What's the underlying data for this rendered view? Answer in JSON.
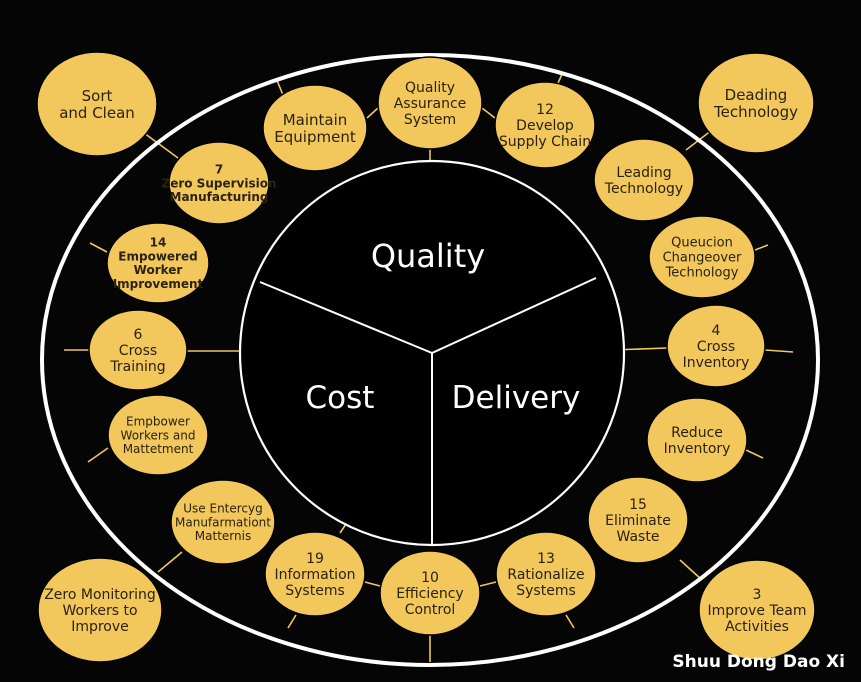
{
  "core": {
    "quality": "Quality",
    "cost": "Cost",
    "delivery": "Delivery"
  },
  "watermark": "Shuu Dong Dao Xi",
  "colors": {
    "node_fill": "#f2c75c",
    "ring": "#ffffff",
    "background": "#050505",
    "text": "#2b2210"
  },
  "nodes": [
    {
      "id": "sort-and-clean",
      "lines": [
        "Sort",
        "and Clean"
      ]
    },
    {
      "id": "maintain-equipment",
      "lines": [
        "Maintain",
        "Equipment"
      ]
    },
    {
      "id": "quality-assurance-system",
      "lines": [
        "Quality",
        "Assurance",
        "System"
      ]
    },
    {
      "id": "develop-supply-chain",
      "lines": [
        "12",
        "Develop",
        "Supply Chain"
      ]
    },
    {
      "id": "deading-technology",
      "lines": [
        "Deading",
        "Technology"
      ]
    },
    {
      "id": "zero-supervision-manufacturing",
      "lines": [
        "7",
        "Zero Supervision",
        "Manufacturing"
      ]
    },
    {
      "id": "leading-technology",
      "lines": [
        "Leading",
        "Technology"
      ]
    },
    {
      "id": "empowered-worker-improvement",
      "lines": [
        "14",
        "Empowered",
        "Worker",
        "Improvement"
      ]
    },
    {
      "id": "quick-changeover-technology",
      "lines": [
        "Queucion",
        "Changeover",
        "Technology"
      ]
    },
    {
      "id": "cross-training",
      "lines": [
        "6",
        "Cross",
        "Training"
      ]
    },
    {
      "id": "cross-inventory",
      "lines": [
        "4",
        "Cross",
        "Inventory"
      ]
    },
    {
      "id": "empower-workers-and-management",
      "lines": [
        "Empbower",
        "Workers and",
        "Mattetment"
      ]
    },
    {
      "id": "reduce-inventory",
      "lines": [
        "Reduce",
        "Inventory"
      ]
    },
    {
      "id": "use-emerging-manufacturing-materials",
      "lines": [
        "Use Entercyg",
        "Manufarmationt",
        "Matternis"
      ]
    },
    {
      "id": "eliminate-waste",
      "lines": [
        "15",
        "Eliminate",
        "Waste"
      ]
    },
    {
      "id": "information-systems",
      "lines": [
        "19",
        "Information",
        "Systems"
      ]
    },
    {
      "id": "efficiency-control",
      "lines": [
        "10",
        "Efficiency",
        "Control"
      ]
    },
    {
      "id": "rationalize-systems",
      "lines": [
        "13",
        "Rationalize",
        "Systems"
      ]
    },
    {
      "id": "zero-monitoring-workers",
      "lines": [
        "Zero Monitoring",
        "Workers to",
        "Improve"
      ]
    },
    {
      "id": "improve-team-activities",
      "lines": [
        "3",
        "Improve Team",
        "Activities"
      ]
    }
  ]
}
